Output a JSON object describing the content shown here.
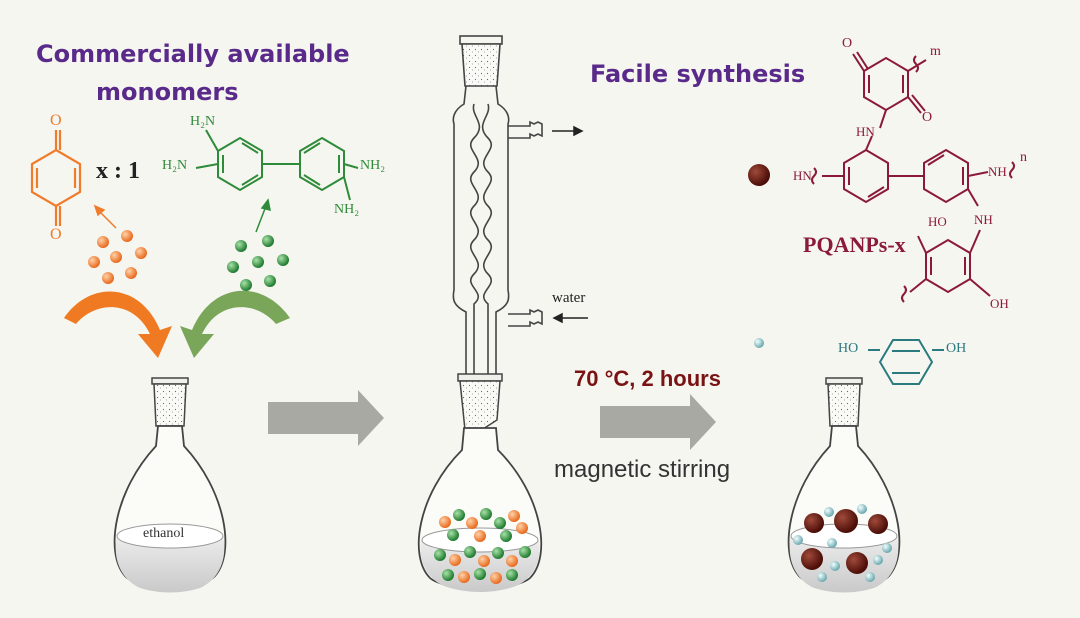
{
  "labels": {
    "commercial_line1": "Commercially available",
    "commercial_line2": "monomers",
    "facile": "Facile synthesis",
    "ratio": "x : 1",
    "water": "water",
    "ethanol": "ethanol",
    "conditions": "70 °C, 2 hours",
    "stirring": "magnetic stirring",
    "product": "PQANPs-x"
  },
  "chem": {
    "quinone_o_top": "O",
    "quinone_o_bottom": "O",
    "dab_h2n_top": "H₂N",
    "dab_h2n_left": "H₂N",
    "dab_nh2_right": "NH₂",
    "dab_nh2_bottom": "NH₂",
    "poly_o_top": "O",
    "poly_o_mid": "O",
    "poly_m": "m",
    "poly_hn1": "HN",
    "poly_hn2": "HN",
    "poly_nh_right": "NH",
    "poly_n": "n",
    "poly_ho": "HO",
    "poly_nh_mid": "NH",
    "poly_oh": "OH",
    "hq_ho": "HO",
    "hq_oh": "OH"
  },
  "colors": {
    "background": "#f6f6f0",
    "quinone": "#f07b2a",
    "diamine": "#2e8b3a",
    "polymer": "#8b1a3a",
    "hydroquinone": "#2a7a80",
    "title": "#5a2a8a",
    "conditions": "#7a1414",
    "arrow_gray": "#a9a9a4"
  }
}
